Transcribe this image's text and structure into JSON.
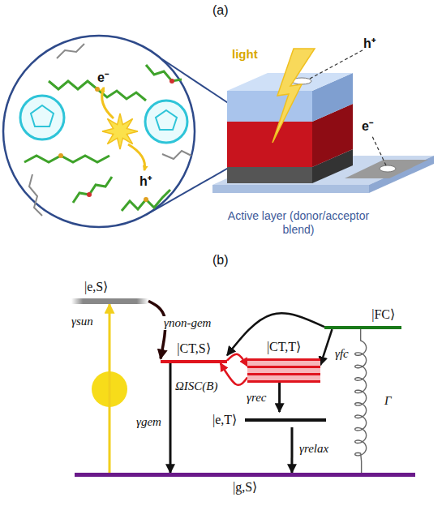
{
  "diagram": {
    "nodes": [
      {
        "text": [
          "|e,S⟩"
        ]
      },
      {
        "text": [
          "|CT,S⟩"
        ]
      },
      {
        "text": [
          "|CT,T⟩"
        ]
      },
      {
        "text": [
          "|FC⟩"
        ]
      },
      {
        "text": [
          "|e,T⟩"
        ]
      },
      {
        "text": [
          "|g,S⟩"
        ]
      }
    ],
    "edges": [
      {
        "from": 5,
        "to": 0,
        "arrow": "to",
        "label": "γsun"
      },
      {
        "from": 0,
        "to": 1,
        "arrow": "to"
      },
      {
        "from": 1,
        "to": 5,
        "arrow": "to",
        "label": "γgem"
      },
      {
        "from": 3,
        "to": 1,
        "arrow": "to",
        "label": "γnon-gem"
      },
      {
        "from": 3,
        "to": 2,
        "arrow": "to",
        "label": "γfc"
      },
      {
        "from": 1,
        "to": 2,
        "arrow": "to",
        "label": "ΩISC(B)"
      },
      {
        "from": 2,
        "to": 1,
        "arrow": "to"
      },
      {
        "from": 2,
        "to": 4,
        "arrow": "to",
        "label": "γrec"
      },
      {
        "from": 4,
        "to": 5,
        "arrow": "to",
        "label": "γrelax"
      },
      {
        "from": 3,
        "to": 5,
        "arrow": "none",
        "label": "Γ"
      }
    ],
    "labels": [
      "(a)",
      "light",
      "e⁻",
      "h⁺",
      "h⁺",
      "e⁻",
      "Active layer (donor/acceptor blend)",
      "(b)"
    ]
  }
}
